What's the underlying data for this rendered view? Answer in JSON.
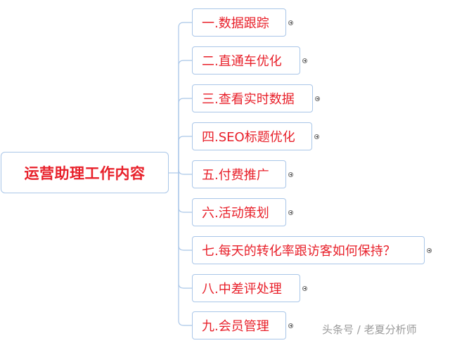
{
  "root": {
    "label": "运营助理工作内容"
  },
  "branches": [
    {
      "label": "一.数据跟踪"
    },
    {
      "label": "二.直通车优化"
    },
    {
      "label": "三.查看实时数据"
    },
    {
      "label": "四.SEO标题优化"
    },
    {
      "label": "五.付费推广"
    },
    {
      "label": "六.活动策划"
    },
    {
      "label": "七.每天的转化率跟访客如何保持？"
    },
    {
      "label": "八.中差评处理"
    },
    {
      "label": "九.会员管理"
    }
  ],
  "watermark": "头条号 / 老夏分析师",
  "colors": {
    "text": "#e8202a",
    "border": "#a9c6e8",
    "connector": "#a9c6e8",
    "watermark": "#9a9a9a"
  },
  "icons": {
    "expand": "plus-circle-icon"
  }
}
